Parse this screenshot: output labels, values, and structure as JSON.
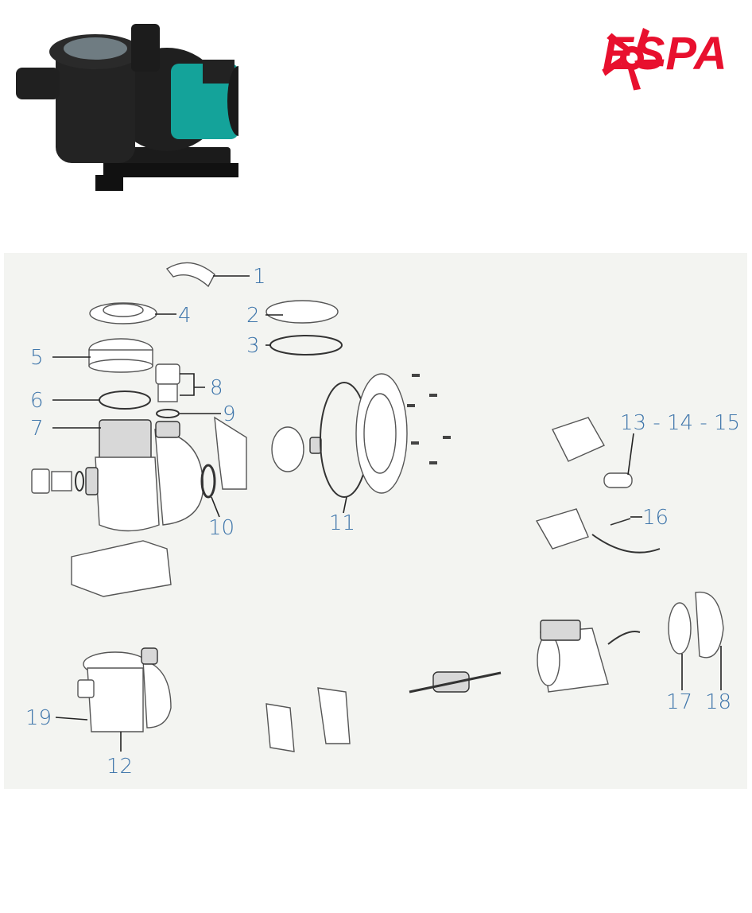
{
  "brand": {
    "name": "ESPA",
    "color": "#e8102e"
  },
  "diagram": {
    "label_color": "#3f76ab",
    "labels": {
      "p1": "1",
      "p2": "2",
      "p3": "3",
      "p4": "4",
      "p5": "5",
      "p6": "6",
      "p7": "7",
      "p8": "8",
      "p9": "9",
      "p10": "10",
      "p11": "11",
      "p13_15": "13 - 14 - 15",
      "p16": "16",
      "p17": "17",
      "p18": "18",
      "p19": "19",
      "p12": "12"
    }
  }
}
